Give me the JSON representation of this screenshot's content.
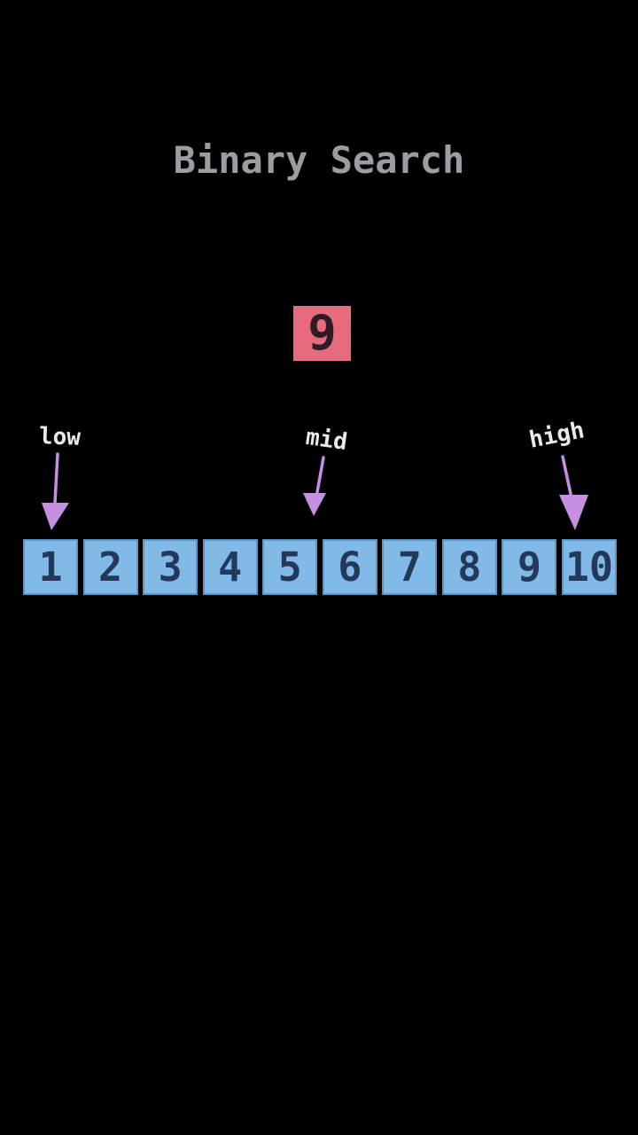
{
  "title": "Binary Search",
  "target": {
    "value": "9"
  },
  "pointers": [
    {
      "id": "low",
      "label": "low"
    },
    {
      "id": "mid",
      "label": "mid"
    },
    {
      "id": "high",
      "label": "high"
    }
  ],
  "array": {
    "values": [
      "1",
      "2",
      "3",
      "4",
      "5",
      "6",
      "7",
      "8",
      "9",
      "10"
    ]
  },
  "colors": {
    "bg": "#000000",
    "title": "#9b9ca4",
    "label": "#eceae6",
    "arrow": "#c78fe2",
    "cell_bg": "#82bae7",
    "cell_text": "#22395c",
    "cell_border": "rgba(26,54,100,0.30)",
    "target_bg": "#e66b7c",
    "target_text": "#2e1b28"
  }
}
